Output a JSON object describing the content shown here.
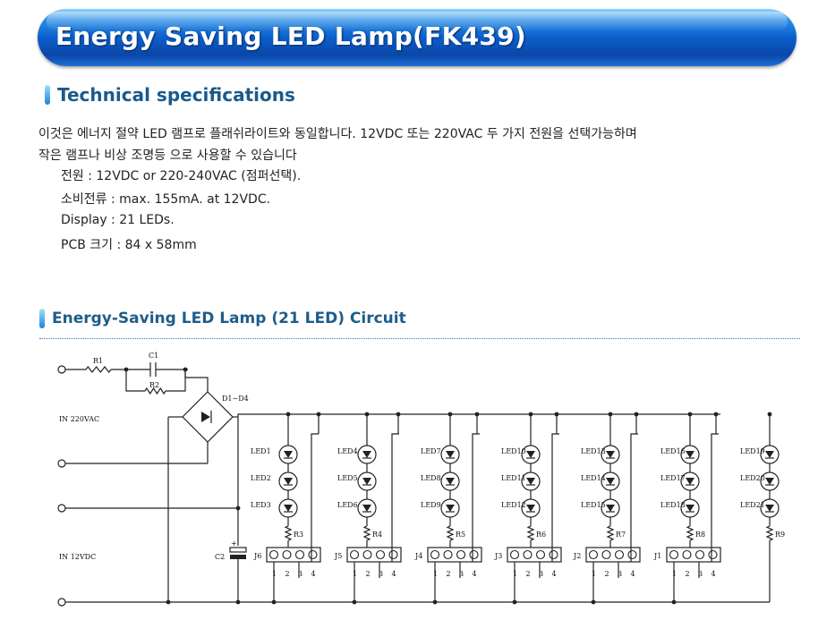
{
  "banner": {
    "title": "Energy Saving LED Lamp(FK439)"
  },
  "section1": {
    "title": "Technical specifications"
  },
  "description": {
    "line1": "이것은 에너지 절약 LED 램프로 플래쉬라이트와 동일합니다. 12VDC 또는 220VAC 두 가지 전원을 선택가능하며",
    "line2": "작은 램프나 비상 조명등 으로 사용할 수 있습니다"
  },
  "specs": [
    "전원 : 12VDC or 220-240VAC (점퍼선택).",
    "소비전류 : max. 155mA. at 12VDC.",
    "Display : 21 LEDs.",
    "PCB 크기 : 84 x 58mm"
  ],
  "section2": {
    "title": "Energy-Saving LED Lamp (21 LED) Circuit"
  },
  "circuit": {
    "labels": {
      "r1": "R1",
      "c1": "C1",
      "r2": "R2",
      "bridge": "D1~D4",
      "c2": "C2",
      "in_ac": "IN 220VAC",
      "in_dc": "IN 12VDC"
    },
    "groups": [
      {
        "leds": [
          "LED1",
          "LED2",
          "LED3"
        ],
        "resistor": "R3",
        "jumper": "J6"
      },
      {
        "leds": [
          "LED4",
          "LED5",
          "LED6"
        ],
        "resistor": "R4",
        "jumper": "J5"
      },
      {
        "leds": [
          "LED7",
          "LED8",
          "LED9"
        ],
        "resistor": "R5",
        "jumper": "J4"
      },
      {
        "leds": [
          "LED10",
          "LED11",
          "LED12"
        ],
        "resistor": "R6",
        "jumper": "J3"
      },
      {
        "leds": [
          "LED13",
          "LED14",
          "LED15"
        ],
        "resistor": "R7",
        "jumper": "J2"
      },
      {
        "leds": [
          "LED16",
          "LED17",
          "LED18"
        ],
        "resistor": "R8",
        "jumper": "J1"
      },
      {
        "leds": [
          "LED19",
          "LED20",
          "LED21"
        ],
        "resistor": "R9",
        "jumper": ""
      }
    ],
    "pins": [
      "1",
      "2",
      "3",
      "4"
    ]
  }
}
